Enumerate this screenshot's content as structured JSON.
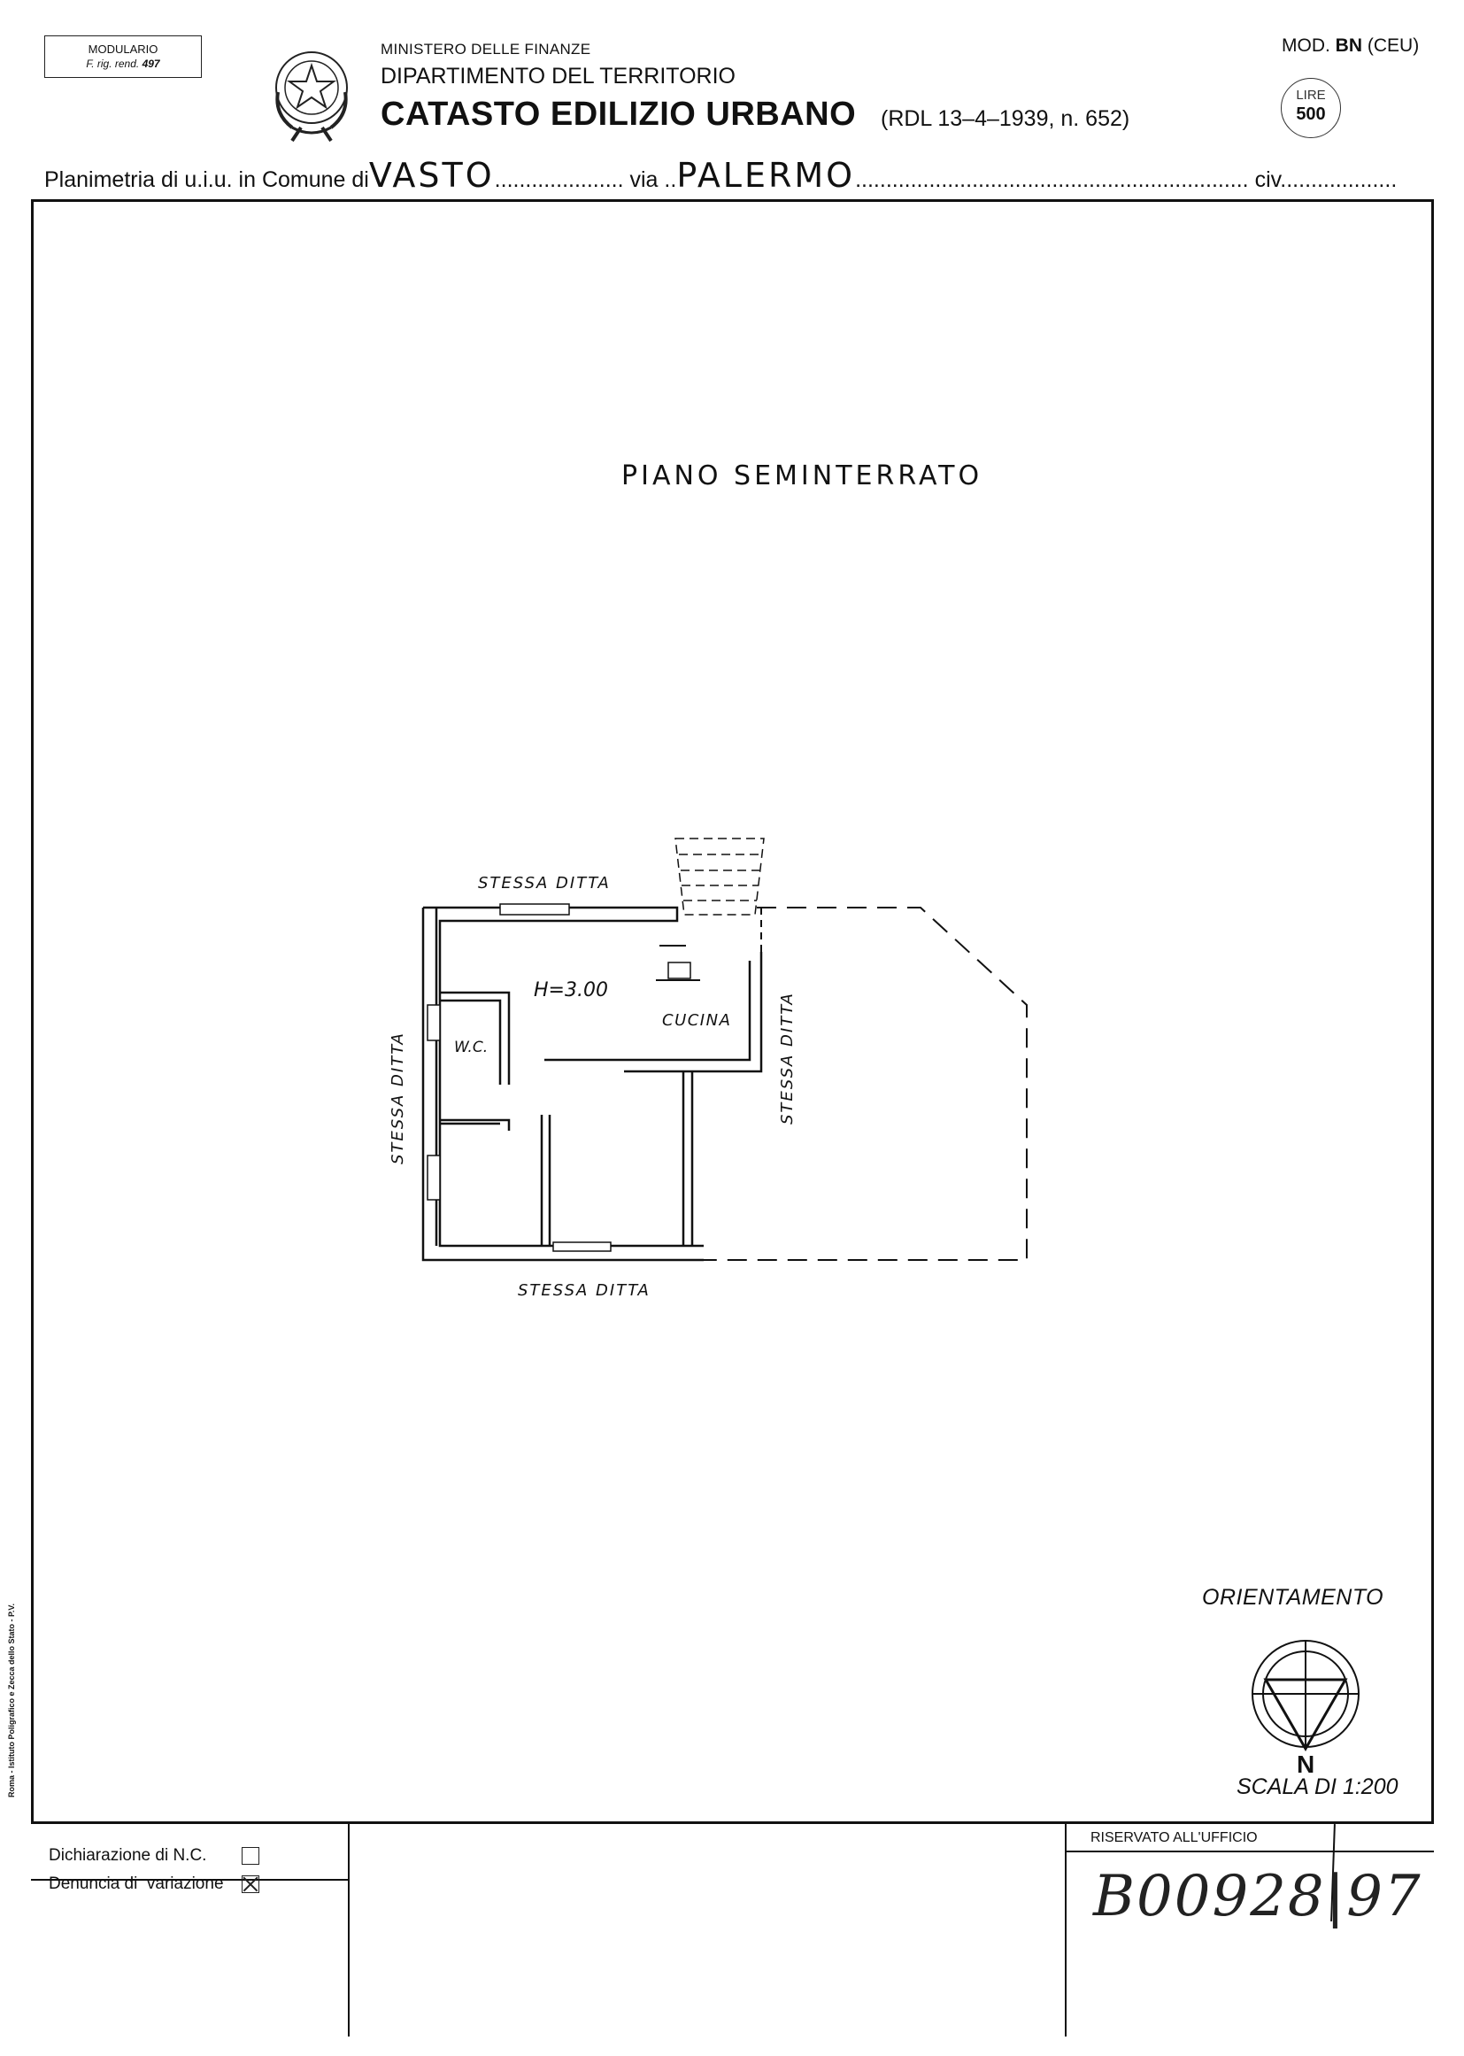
{
  "header": {
    "modulario_line1": "MODULARIO",
    "modulario_line2": "F. rig. rend.",
    "modulario_num": "497",
    "ministry": "MINISTERO DELLE FINANZE",
    "department": "DIPARTIMENTO DEL TERRITORIO",
    "title": "CATASTO EDILIZIO URBANO",
    "law_ref": "(RDL 13–4–1939, n. 652)",
    "mod_prefix": "MOD.",
    "mod_code": "BN",
    "mod_suffix": "(CEU)",
    "lire_label": "LIRE",
    "lire_value": "500"
  },
  "plan_line": {
    "label_comune": "Planimetria di u.i.u. in Comune di",
    "comune_value": "VASTO",
    "label_via": "via",
    "via_value": "PALERMO",
    "label_civ": "civ."
  },
  "drawing": {
    "floor_title": "PIANO SEMINTERRATO",
    "height_label": "H=3.00",
    "room_kitchen": "CUCINA",
    "room_wc": "W.C.",
    "neighbor_top": "STESSA DITTA",
    "neighbor_left": "STESSA DITTA",
    "neighbor_right": "STESSA DITTA",
    "neighbor_bottom": "STESSA DITTA",
    "orientation_label": "ORIENTAMENTO",
    "north_label": "N",
    "scale_label": "SCALA DI 1:200"
  },
  "footer": {
    "declaration_nc": "Dichiarazione di N.C.",
    "declaration_variation": "Denuncia di  variazione",
    "reserved_label": "RISERVATO ALL'UFFICIO",
    "protocol_stamp": "B00928|97",
    "printer_note": "Roma - Istituto Poligrafico e Zecca dello Stato - P.V."
  }
}
